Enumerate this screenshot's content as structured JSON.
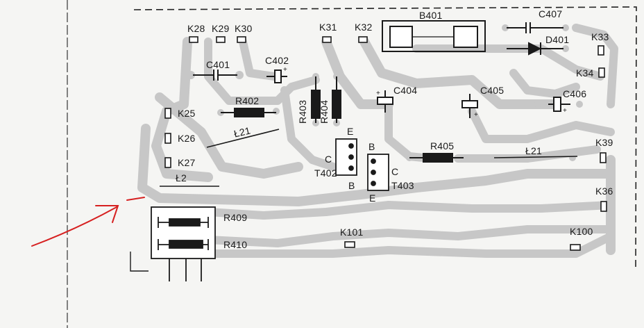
{
  "labels": {
    "k28": "K28",
    "k29": "K29",
    "k30": "K30",
    "k31": "K31",
    "k32": "K32",
    "k33": "K33",
    "k34": "K34",
    "k25": "K25",
    "k26": "K26",
    "k27": "K27",
    "k39": "K39",
    "k36": "K36",
    "k101": "K101",
    "k100": "K100",
    "b401": "B401",
    "c407": "C407",
    "d401": "D401",
    "c401": "C401",
    "c402": "C402",
    "r402": "R402",
    "r403": "R403",
    "r404": "R404",
    "c404": "C404",
    "c405": "C405",
    "c406": "C406",
    "r405": "R405",
    "l21a": "Ł21",
    "l21b": "Ł21",
    "l2": "Ł2",
    "t402": "T402",
    "t403": "T403",
    "t402_e": "E",
    "t402_c": "C",
    "t402_b": "B",
    "t403_b": "B",
    "t403_c": "C",
    "t403_e": "E",
    "r409": "R409",
    "r410": "R410"
  },
  "colors": {
    "trace": "#c7c7c7",
    "ink": "#1a1a1a",
    "annotation_arrow": "#d62020",
    "background": "#f5f5f3"
  }
}
